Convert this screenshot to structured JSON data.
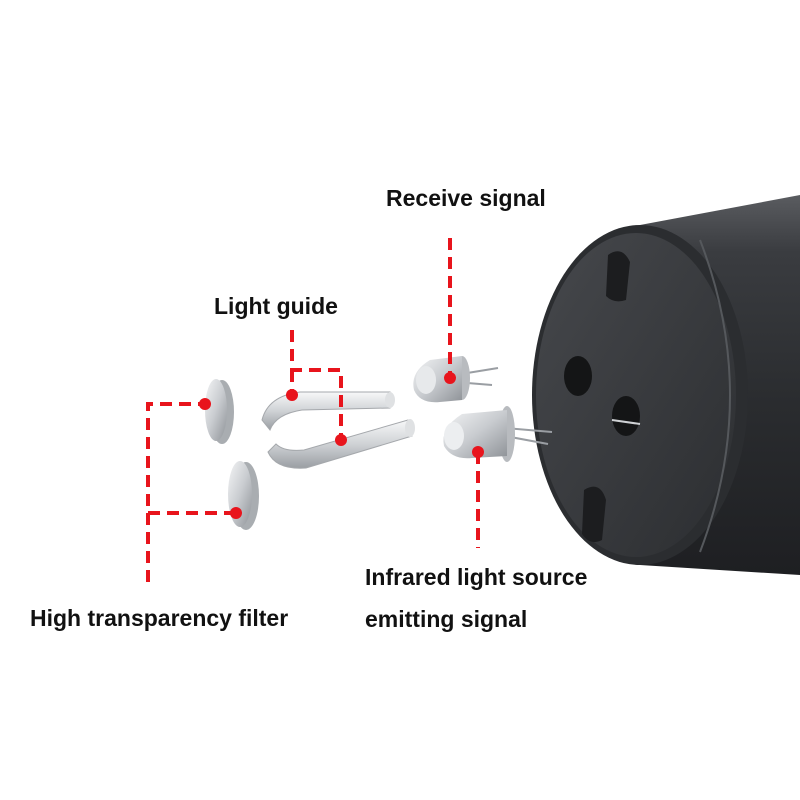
{
  "labels": {
    "receive_signal": "Receive signal",
    "light_guide": "Light guide",
    "infrared_line1": "Infrared light source",
    "infrared_line2": "emitting signal",
    "high_transparency_filter": "High transparency filter"
  },
  "colors": {
    "callout": "#e8141c",
    "housing": "#2f3134",
    "housing_face": "#3a3c40",
    "text": "#111111",
    "background": "#ffffff"
  }
}
